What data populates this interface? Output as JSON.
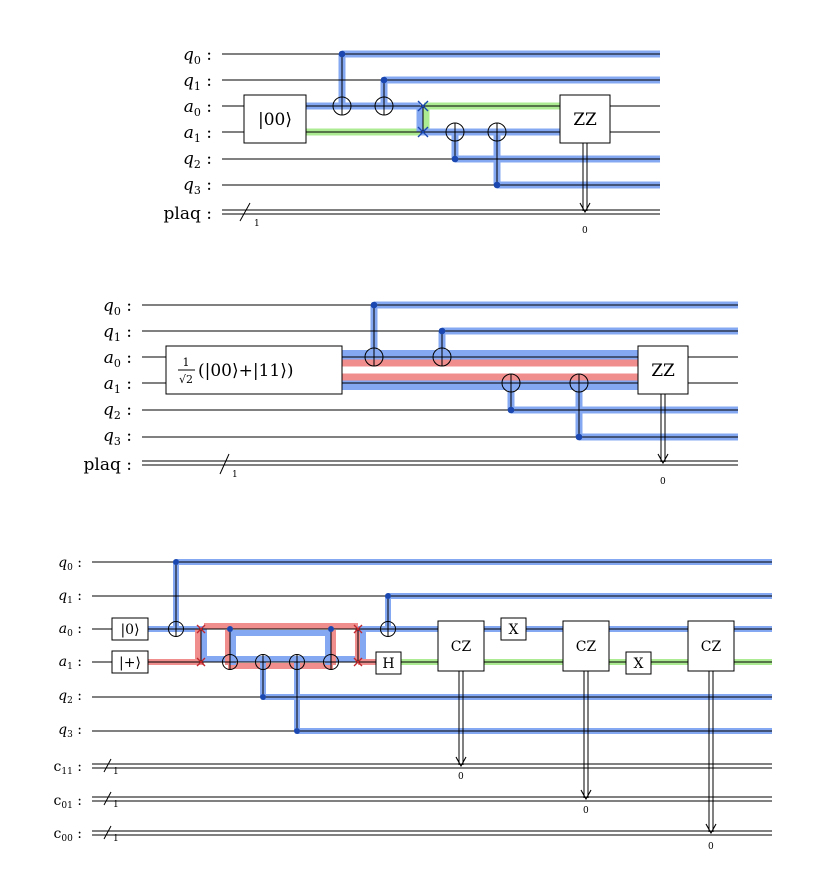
{
  "colors": {
    "blue": "#6f9bf0",
    "green": "#9ee87f",
    "red": "#ee7a7a",
    "dot": "#1b48b0"
  },
  "circuits": [
    {
      "wires": [
        {
          "base": "q",
          "sub": "0",
          "suffix": " :"
        },
        {
          "base": "q",
          "sub": "1",
          "suffix": " :"
        },
        {
          "base": "a",
          "sub": "0",
          "suffix": " :"
        },
        {
          "base": "a",
          "sub": "1",
          "suffix": " :"
        },
        {
          "base": "q",
          "sub": "2",
          "suffix": " :"
        },
        {
          "base": "q",
          "sub": "3",
          "suffix": " :"
        },
        {
          "base": "plaq :",
          "sub": "",
          "suffix": ""
        }
      ],
      "register_size": "1",
      "init_gate": "|00⟩",
      "measure_gate": "ZZ",
      "measure_bit": "0"
    },
    {
      "wires": [
        {
          "base": "q",
          "sub": "0",
          "suffix": " :"
        },
        {
          "base": "q",
          "sub": "1",
          "suffix": " :"
        },
        {
          "base": "a",
          "sub": "0",
          "suffix": " :"
        },
        {
          "base": "a",
          "sub": "1",
          "suffix": " :"
        },
        {
          "base": "q",
          "sub": "2",
          "suffix": " :"
        },
        {
          "base": "q",
          "sub": "3",
          "suffix": " :"
        },
        {
          "base": "plaq :",
          "sub": "",
          "suffix": ""
        }
      ],
      "register_size": "1",
      "init_gate": {
        "fraction_num": "1",
        "fraction_den": "√2",
        "tail": "(|00⟩+|11⟩)"
      },
      "measure_gate": "ZZ",
      "measure_bit": "0"
    },
    {
      "wires": [
        {
          "base": "q",
          "sub": "0",
          "suffix": " :"
        },
        {
          "base": "q",
          "sub": "1",
          "suffix": " :"
        },
        {
          "base": "a",
          "sub": "0",
          "suffix": " :"
        },
        {
          "base": "a",
          "sub": "1",
          "suffix": " :"
        },
        {
          "base": "q",
          "sub": "2",
          "suffix": " :"
        },
        {
          "base": "q",
          "sub": "3",
          "suffix": " :"
        },
        {
          "base": "c",
          "sub": "11",
          "suffix": " :"
        },
        {
          "base": "c",
          "sub": "01",
          "suffix": " :"
        },
        {
          "base": "c",
          "sub": "00",
          "suffix": " :"
        }
      ],
      "register_size": "1",
      "init_a0": "|0⟩",
      "init_a1": "|+⟩",
      "h_gate": "H",
      "x_gate": "X",
      "cz_gate": "CZ",
      "measure_bits": [
        "0",
        "0",
        "0"
      ]
    }
  ]
}
